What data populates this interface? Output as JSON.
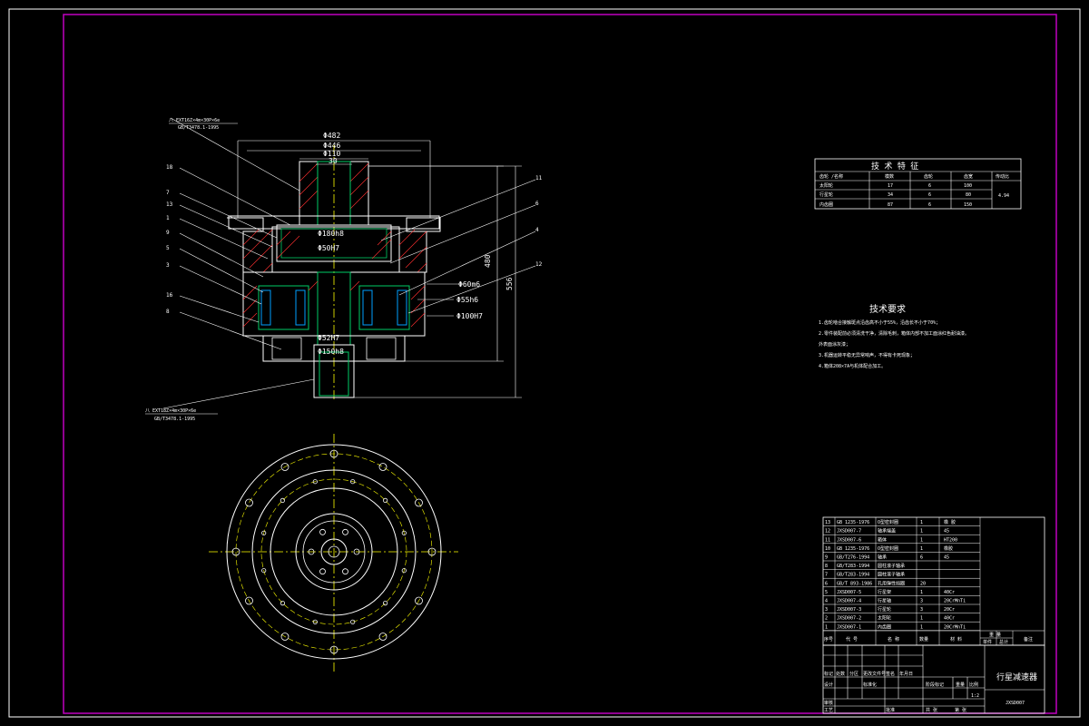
{
  "drawing": {
    "frame_color": "#c000c0",
    "line_color": "#ffffff",
    "hatch_color": "#ff3030",
    "gear_color": "#00cc66",
    "bearing_color": "#00a0ff",
    "center_line_color": "#ffff00",
    "section_dimensions": [
      "Φ482",
      "Φ446",
      "Φ110",
      "30",
      "Φ180h8",
      "Φ50H7",
      "Φ60m6",
      "Φ55h6",
      "Φ100H7",
      "Φ52H7",
      "Φ150h8",
      "480",
      "556"
    ],
    "part_callouts_left": [
      "18",
      "7",
      "13",
      "1",
      "9",
      "5",
      "3",
      "16",
      "8"
    ],
    "part_callouts_right": [
      "11",
      "6",
      "4",
      "12"
    ],
    "spline_note_top": [
      "八 EXT16Z×4m×30P×6e",
      "GB/T3478.1-1995"
    ],
    "spline_note_bottom": [
      "八 EXT18Z×4m×30P×6e",
      "GB/T3478.1-1995"
    ]
  },
  "tech_table": {
    "title": "技 术 特 征",
    "headers": [
      "齿轮 /名称",
      "模数",
      "齿轮",
      "齿宽",
      "传动比"
    ],
    "rows": [
      [
        "太阳轮",
        "17",
        "6",
        "100"
      ],
      [
        "行星轮",
        "34",
        "6",
        "80"
      ],
      [
        "内齿圈",
        "87",
        "6",
        "150"
      ]
    ],
    "ratio": "4.94"
  },
  "requirements": {
    "title": "技术要求",
    "lines": [
      "1.齿轮啮合接触斑点沿齿高不小于55%，沿齿长不小于70%；",
      "2.零件装配前必须清洗干净，清除毛刺，箱体内部不加工面涂红色耐油漆。",
      "  外表面涂灰漆；",
      "3.机器运转平稳无异常响声，不得有卡死现象；",
      "4.箱体208×7A与机体配合加工。"
    ]
  },
  "bom": {
    "rows": [
      [
        "13",
        "GB 1235-1976",
        "O型密封圈",
        "1",
        "橡 胶"
      ],
      [
        "12",
        "JXSD007-7",
        "轴承端盖",
        "1",
        "45"
      ],
      [
        "11",
        "JXSD007-6",
        "箱体",
        "1",
        "HT200"
      ],
      [
        "10",
        "GB 1235-1976",
        "O型密封圈",
        "1",
        "橡胶"
      ],
      [
        "9",
        "GB/T276-1994",
        "轴承",
        "6",
        "45"
      ],
      [
        "8",
        "GB/T283-1994",
        "圆柱滚子轴承"
      ],
      [
        "7",
        "GB/T283-1994",
        "圆柱滚子轴承"
      ],
      [
        "6",
        "GB/T 893-1986",
        "孔用弹性挡圈",
        "20"
      ],
      [
        "5",
        "JXSD007-5",
        "行星架",
        "1",
        "40Cr"
      ],
      [
        "4",
        "JXSD007-4",
        "行星轴",
        "3",
        "20CrMnTi"
      ],
      [
        "3",
        "JXSD007-3",
        "行星轮",
        "3",
        "20Cr"
      ],
      [
        "2",
        "JXSD007-2",
        "太阳轮",
        "1",
        "40Cr"
      ],
      [
        "1",
        "JXSD007-1",
        "内齿圈",
        "1",
        "20CrMnTi"
      ]
    ],
    "header": [
      "序号",
      "代 号",
      "名 称",
      "数量",
      "材 料",
      "单件",
      "总计",
      "备注"
    ],
    "weight_header": "重 量"
  },
  "title_block": {
    "drawing_name": "行星减速器",
    "drawing_number": "JXSD007",
    "scale": "1:2",
    "labels": [
      "标记",
      "处数",
      "分区",
      "更改文件号",
      "签名",
      "年月日",
      "设计",
      "审核",
      "工艺",
      "标准化",
      "批准",
      "阶段标记",
      "重量",
      "比例",
      "共 张",
      "第 张"
    ]
  }
}
